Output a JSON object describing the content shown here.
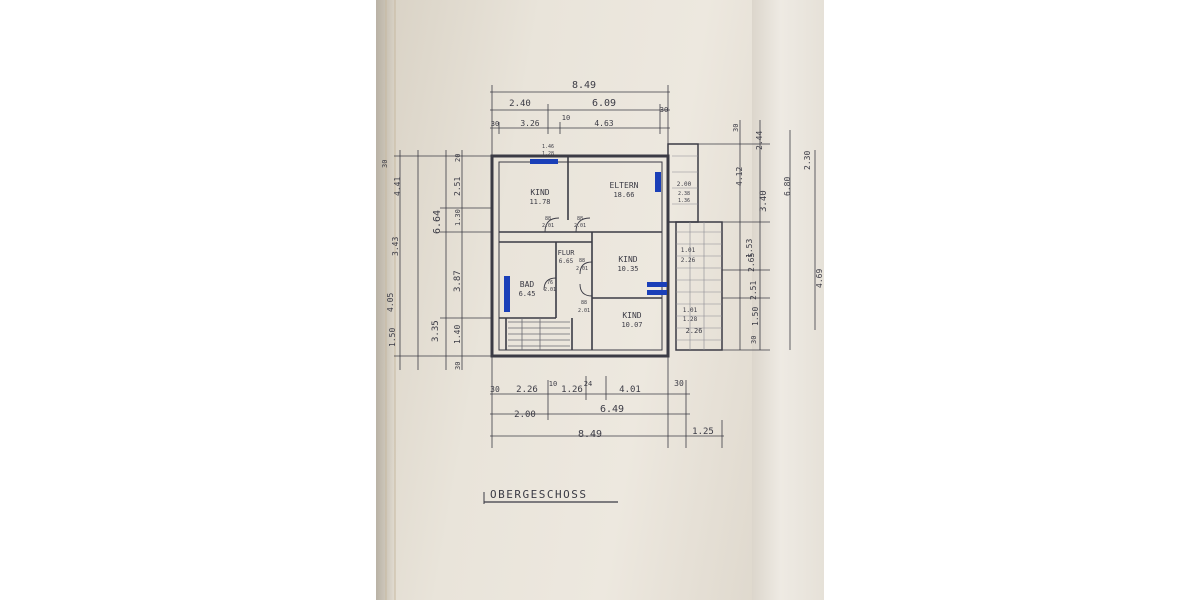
{
  "plan": {
    "title": "OBERGESCHOSS",
    "top_dims": {
      "overall": "8.49",
      "upper": [
        "2.40",
        "6.09"
      ],
      "lower": [
        "30",
        "3.26",
        "10",
        "4.63",
        "30"
      ]
    },
    "bottom_dims": {
      "row1": [
        "30",
        "2.26",
        "10",
        "1.26",
        "24",
        "4.01",
        "30"
      ],
      "row2": [
        "2.00",
        "6.49"
      ],
      "row3": [
        "8.49",
        "1.25"
      ]
    },
    "left_dims": {
      "outer": [
        "1.50",
        "4.05",
        "3.43",
        "4.41",
        "30"
      ],
      "mid": [
        "6.64",
        "3.35"
      ],
      "inner": [
        "2.51",
        "1.30",
        "3.87",
        "1.40",
        "30",
        "20"
      ]
    },
    "right_dims": {
      "inner": [
        "4.12",
        "2.65",
        "2.51",
        "30",
        "1.50"
      ],
      "mid": [
        "2.44",
        "3.40",
        "1.53",
        "30"
      ],
      "outer": [
        "6.80",
        "4.69",
        "2.30"
      ]
    },
    "rooms": [
      {
        "name": "KIND",
        "area": "11.78"
      },
      {
        "name": "ELTERN",
        "area": "18.66"
      },
      {
        "name": "FLUR",
        "area": "6.65"
      },
      {
        "name": "KIND",
        "area": "10.35"
      },
      {
        "name": "BAD",
        "area": "6.45"
      },
      {
        "name": "KIND",
        "area": "10.07"
      }
    ],
    "door_labels": [
      "88",
      "2.01",
      "88",
      "2.01",
      "88",
      "2.01",
      "76",
      "2.01",
      "88",
      "2.01"
    ],
    "window_labels": [
      "1.46",
      "1.28",
      "2.00",
      "2.38",
      "1.36",
      "1.01",
      "2.26",
      "1.01",
      "1.28",
      "2.26"
    ]
  },
  "colors": {
    "pencil": "#3b3b45",
    "marker": "#1a3fb8"
  }
}
